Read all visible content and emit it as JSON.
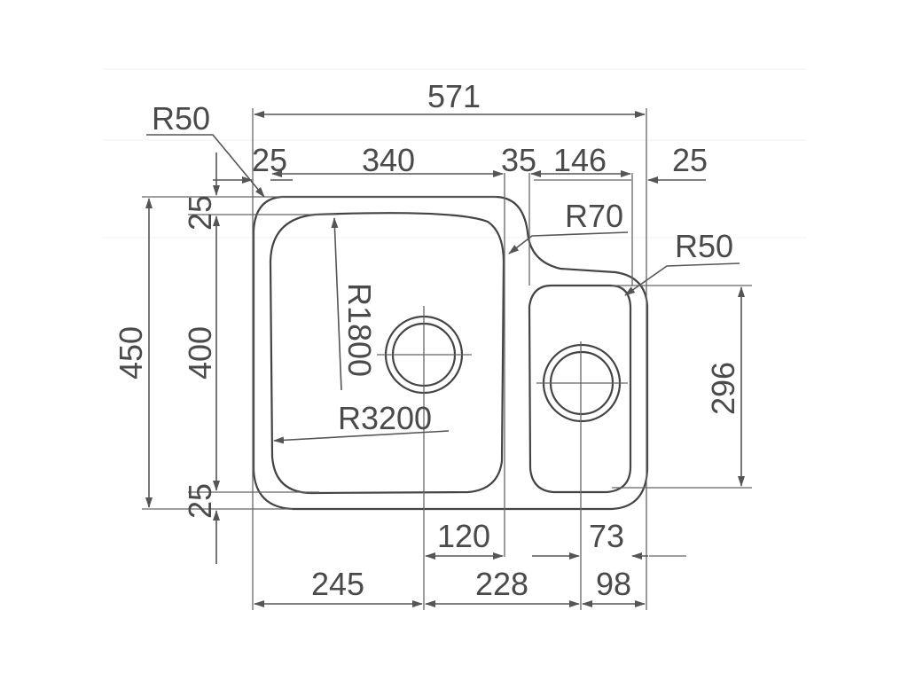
{
  "drawing": {
    "overall_width": "571",
    "seg_rim_left": "25",
    "seg_main_bowl": "340",
    "seg_divider": "35",
    "seg_small_bowl": "146",
    "seg_rim_right": "25",
    "rim_top": "25",
    "inner_height": "400",
    "overall_height": "450",
    "rim_bottom": "25",
    "small_bowl_height": "296",
    "radius_corner": "R50",
    "radius_divider": "R70",
    "radius_small_bowl": "R50",
    "radius_side": "R1800",
    "radius_bottom": "R3200",
    "drain_offset_main": "120",
    "drain_offset_small": "73",
    "drain_pos_main": "245",
    "drain_spacing": "228",
    "drain_pos_small": "98"
  },
  "colors": {
    "line": "#555555",
    "text": "#4a4a4a",
    "background": "#ffffff"
  }
}
